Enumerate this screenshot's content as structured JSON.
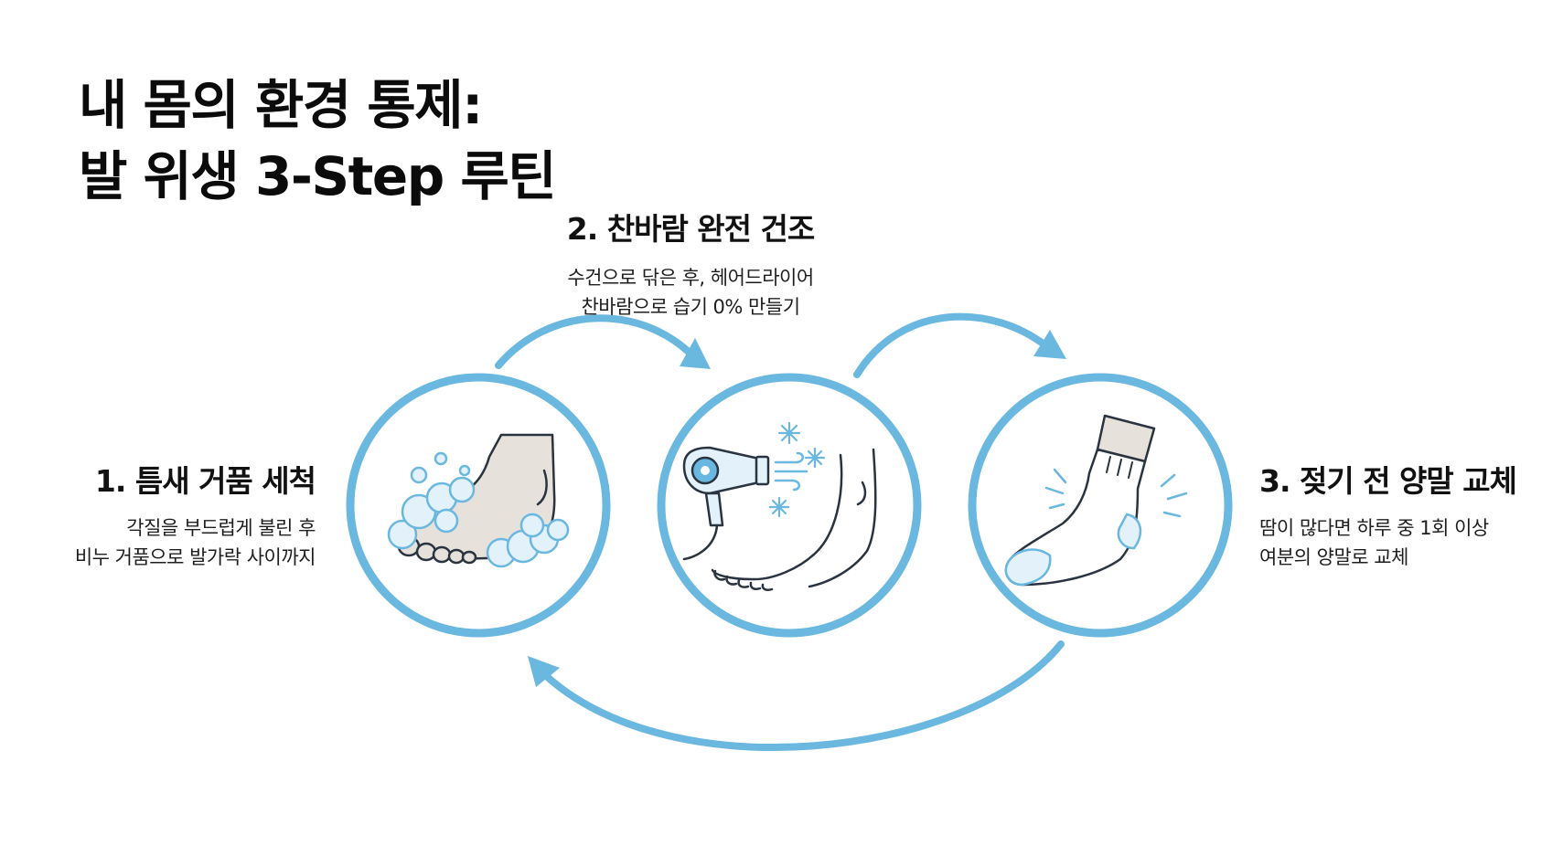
{
  "title": {
    "line1": "내 몸의 환경 통제:",
    "line2": "발 위생 3-Step 루틴"
  },
  "steps": [
    {
      "title": "1. 틈새 거품 세척",
      "desc": [
        "각질을 부드럽게 불린 후",
        "비누 거품으로 발가락 사이까지"
      ],
      "icon": "soapy-foot-icon"
    },
    {
      "title": "2. 찬바람 완전 건조",
      "desc": [
        "수건으로 닦은 후, 헤어드라이어",
        "찬바람으로 습기 0% 만들기"
      ],
      "icon": "hair-dryer-foot-icon"
    },
    {
      "title": "3. 젖기 전 양말 교체",
      "desc": [
        "땀이 많다면 하루 중 1회 이상",
        "여분의 양말로 교체"
      ],
      "icon": "sock-icon"
    }
  ],
  "colors": {
    "accent": "#6ab7e0",
    "icon_fill": "#e3f2fa",
    "foot_fill": "#e6e1da",
    "line": "#2a3440",
    "text": "#111111"
  }
}
